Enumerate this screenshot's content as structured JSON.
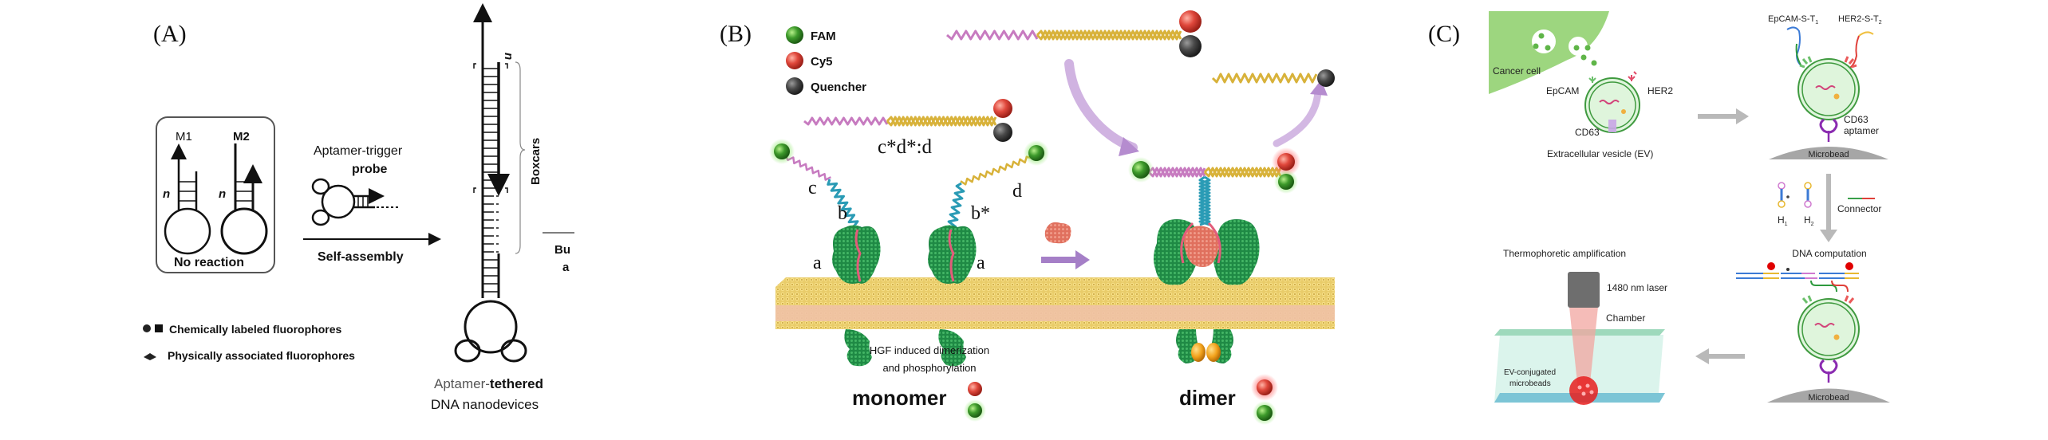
{
  "panels": {
    "a": {
      "label": "(A)",
      "box": {
        "m1": "M1",
        "m2": "M2",
        "n1": "n",
        "n2": "n",
        "caption": "No reaction"
      },
      "probe": {
        "line1": "Aptamer-trigger",
        "line2": "probe"
      },
      "arrow_label": "Self-assembly",
      "ladder": {
        "n": "n",
        "bracket_label": "Boxcars"
      },
      "cut_text": {
        "line1": "Bu",
        "line2": "a"
      },
      "device": {
        "line1_part1": "Aptamer-",
        "line1_part2": "tethered",
        "line2": "DNA nanodevices"
      },
      "legend": [
        {
          "symbol": "circle-square",
          "text": "Chemically labeled  fluorophores"
        },
        {
          "symbol": "diamond",
          "text": "Physically associated fluorophores"
        }
      ]
    },
    "b": {
      "label": "(B)",
      "legend": [
        {
          "name": "FAM",
          "color": "#3d9a2b"
        },
        {
          "name": "Cy5",
          "color": "#e0483c"
        },
        {
          "name": "Quencher",
          "color": "#3a3a3a"
        }
      ],
      "duplex_label": "c*d*:d",
      "strand_labels": {
        "c": "c",
        "b": "b",
        "b_star": "b*",
        "d": "d",
        "a_left": "a",
        "a_right": "a"
      },
      "process_text": {
        "line1": "HGF induced dimerization",
        "line2": "and phosphorylation"
      },
      "state_monomer": "monomer",
      "state_dimer": "dimer",
      "colors": {
        "pink": "#c77bc0",
        "gold": "#d8b23a",
        "teal": "#2a9bb5",
        "protein": "#1f8a45",
        "membrane": "#e7c86a",
        "membrane_core": "#f0c2a6",
        "arrow": "#b58ccf"
      }
    },
    "c": {
      "label": "(C)",
      "cancer_cell": "Cancer cell",
      "ev": {
        "epcam": "EpCAM",
        "her2": "HER2",
        "cd63": "CD63",
        "caption": "Extracellular vesicle (EV)"
      },
      "probes": {
        "epcam_prefix": "EpCAM-S-T",
        "epcam_sub": "1",
        "her2_prefix": "HER2-S-T",
        "her2_sub": "2"
      },
      "aptamer": {
        "line1": "CD63",
        "line2": "aptamer"
      },
      "microbead": "Microbead",
      "hairpins": {
        "h1": "H",
        "h1_sub": "1",
        "h2": "H",
        "h2_sub": "2",
        "connector": "Connector"
      },
      "dna_computation": "DNA computation",
      "thermo": {
        "title": "Thermophoretic amplification",
        "laser": "1480 nm laser",
        "chamber": "Chamber",
        "beads_line1": "EV-conjugated",
        "beads_line2": "microbeads"
      },
      "colors": {
        "cell": "#9dd67f",
        "ev_fill": "#dff5dc",
        "ev_ring": "#3f9a3f",
        "bead": "#a6a6a6",
        "arrow": "#b9b9b9",
        "chamber": "#d7f3ea"
      }
    }
  }
}
